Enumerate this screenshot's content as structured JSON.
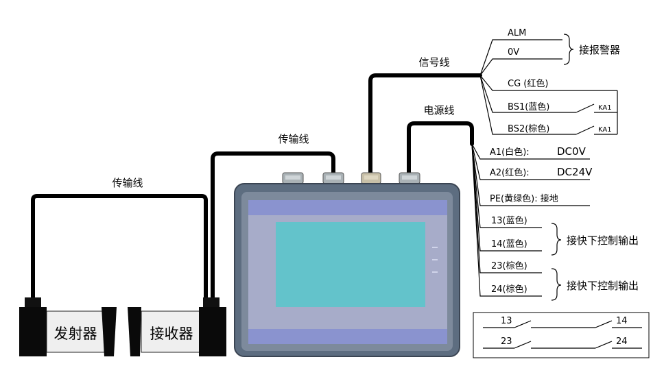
{
  "devices": {
    "emitter": "发射器",
    "receiver": "接收器"
  },
  "cables": {
    "transmission_left": "传输线",
    "transmission_right": "传输线",
    "signal": "信号线",
    "power": "电源线"
  },
  "signal_wires": {
    "alm": "ALM",
    "zero_v": "0V",
    "alarm_note": "接报警器",
    "cg": "CG (红色)",
    "bs1": "BS1(蓝色)",
    "bs2": "BS2(棕色)",
    "ka1_top": "KA1",
    "ka1_bottom": "KA1"
  },
  "power_wires": {
    "a1": "A1(白色):",
    "a1_value": "DC0V",
    "a2": "A2(红色):",
    "a2_value": "DC24V",
    "pe": "PE(黄绿色): 接地",
    "w13": "13(蓝色)",
    "w14": "14(蓝色)",
    "group1_note": "接快下控制输出",
    "w23": "23(棕色)",
    "w24": "24(棕色)",
    "group2_note": "接快下控制输出"
  },
  "contacts": {
    "c13": "13",
    "c14": "14",
    "c23": "23",
    "c24": "24"
  },
  "colors": {
    "screen": "#63c3cb",
    "bezel": "#5d6d80",
    "frame_inner": "#a7acc9",
    "frame_bar": "#8a93cf",
    "connector": "#aab2b6"
  }
}
